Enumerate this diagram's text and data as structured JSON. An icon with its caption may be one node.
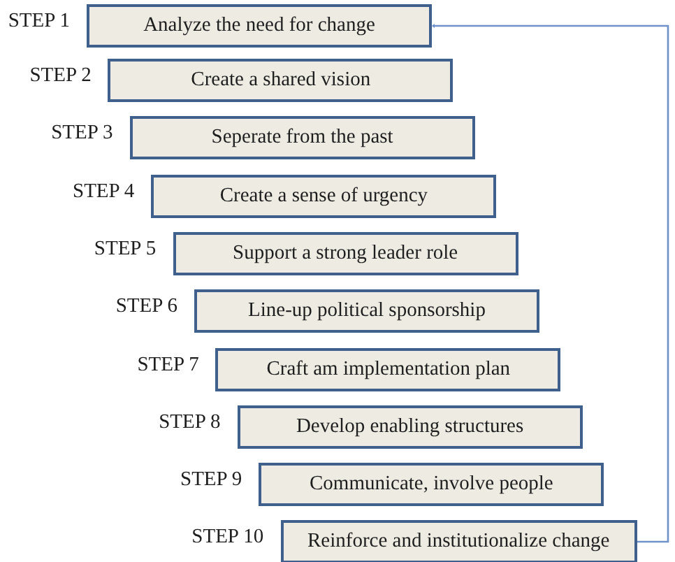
{
  "diagram": {
    "nodes": [
      {
        "text": [
          "Analyze the need for change"
        ],
        "beside": [
          "STEP 1"
        ]
      },
      {
        "text": [
          "Create a shared vision"
        ],
        "beside": [
          "STEP 2"
        ]
      },
      {
        "text": [
          "Seperate from the past"
        ],
        "beside": [
          "STEP 3"
        ]
      },
      {
        "text": [
          "Create a sense of urgency"
        ],
        "beside": [
          "STEP 4"
        ]
      },
      {
        "text": [
          "Support a strong leader role"
        ],
        "beside": [
          "STEP 5"
        ]
      },
      {
        "text": [
          "Line-up political sponsorship"
        ],
        "beside": [
          "STEP 6"
        ]
      },
      {
        "text": [
          "Craft am implementation plan"
        ],
        "beside": [
          "STEP 7"
        ]
      },
      {
        "text": [
          "Develop enabling structures"
        ],
        "beside": [
          "STEP 8"
        ]
      },
      {
        "text": [
          "Communicate, involve people"
        ],
        "beside": [
          "STEP 9"
        ]
      },
      {
        "text": [
          "Reinforce and institutionalize change"
        ],
        "beside": [
          "STEP 10"
        ]
      }
    ],
    "edges": [
      {
        "from": 9,
        "to": 0,
        "arrow": "to"
      }
    ]
  }
}
